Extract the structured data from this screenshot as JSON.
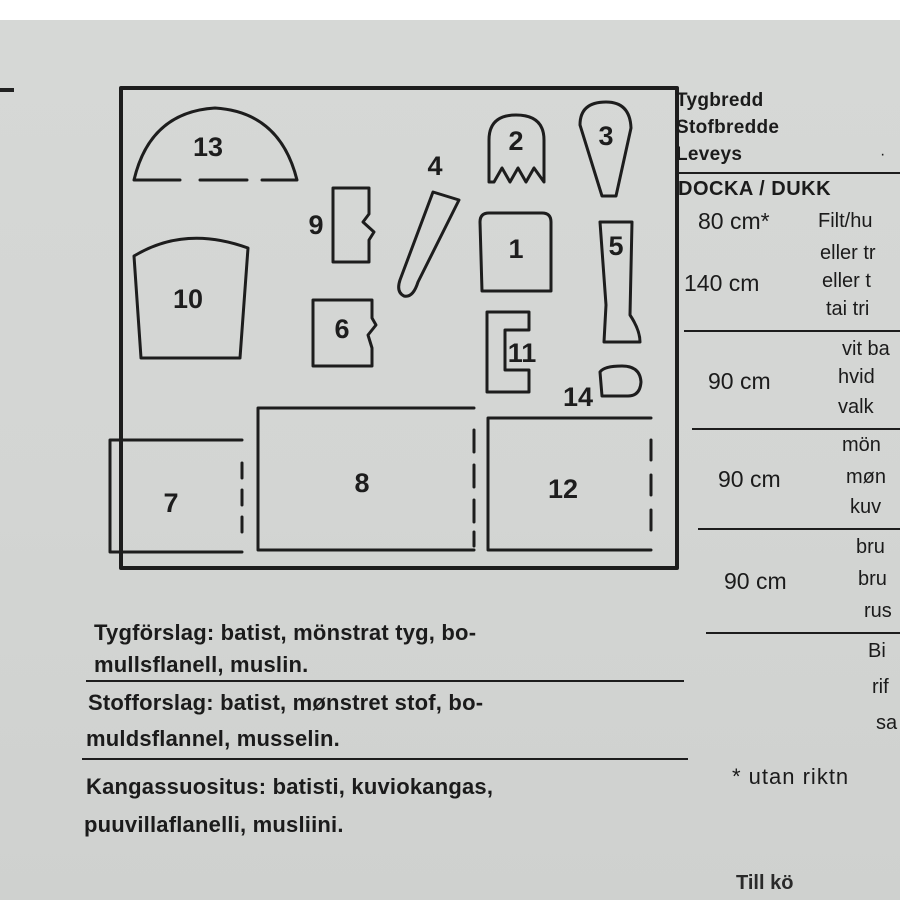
{
  "header": {
    "line1": "Tygbredd",
    "line2": "Stofbredde",
    "line3": "Leveys",
    "dot": "·"
  },
  "table": {
    "title": "DOCKA / DUKK",
    "rows": [
      {
        "width": "80 cm*",
        "desc": [
          "Filt/hu"
        ]
      },
      {
        "width": "140 cm",
        "desc": [
          "eller tr",
          "eller t",
          "tai tri"
        ]
      },
      {
        "width": "90 cm",
        "desc": [
          "vit ba",
          "hvid",
          "valk"
        ]
      },
      {
        "width": "90 cm",
        "desc": [
          "mön",
          "møn",
          "kuv"
        ]
      },
      {
        "width": "90 cm",
        "desc": [
          "bru",
          "bru",
          "rus"
        ]
      },
      {
        "width": "",
        "desc": [
          "Bi",
          "rif",
          "sa"
        ]
      }
    ],
    "footnote": "* utan riktn",
    "bottom_fragment": "Till kö"
  },
  "pieces": [
    {
      "id": "13",
      "label": "13"
    },
    {
      "id": "2",
      "label": "2"
    },
    {
      "id": "3",
      "label": "3"
    },
    {
      "id": "4",
      "label": "4"
    },
    {
      "id": "9",
      "label": "9"
    },
    {
      "id": "1",
      "label": "1"
    },
    {
      "id": "5",
      "label": "5"
    },
    {
      "id": "10",
      "label": "10"
    },
    {
      "id": "6",
      "label": "6"
    },
    {
      "id": "11",
      "label": "11"
    },
    {
      "id": "14",
      "label": "14"
    },
    {
      "id": "7",
      "label": "7"
    },
    {
      "id": "8",
      "label": "8"
    },
    {
      "id": "12",
      "label": "12"
    }
  ],
  "captions": {
    "sv_1": "Tygförslag: batist, mönstrat tyg, bo-",
    "sv_2": "mullsflanell, muslin.",
    "da_1": "Stofforslag: batist, mønstret stof, bo-",
    "da_2": "muldsflannel, musselin.",
    "fi_1": "Kangassuositus: batisti, kuviokangas,",
    "fi_2": "puuvillaflanelli, musliini."
  }
}
